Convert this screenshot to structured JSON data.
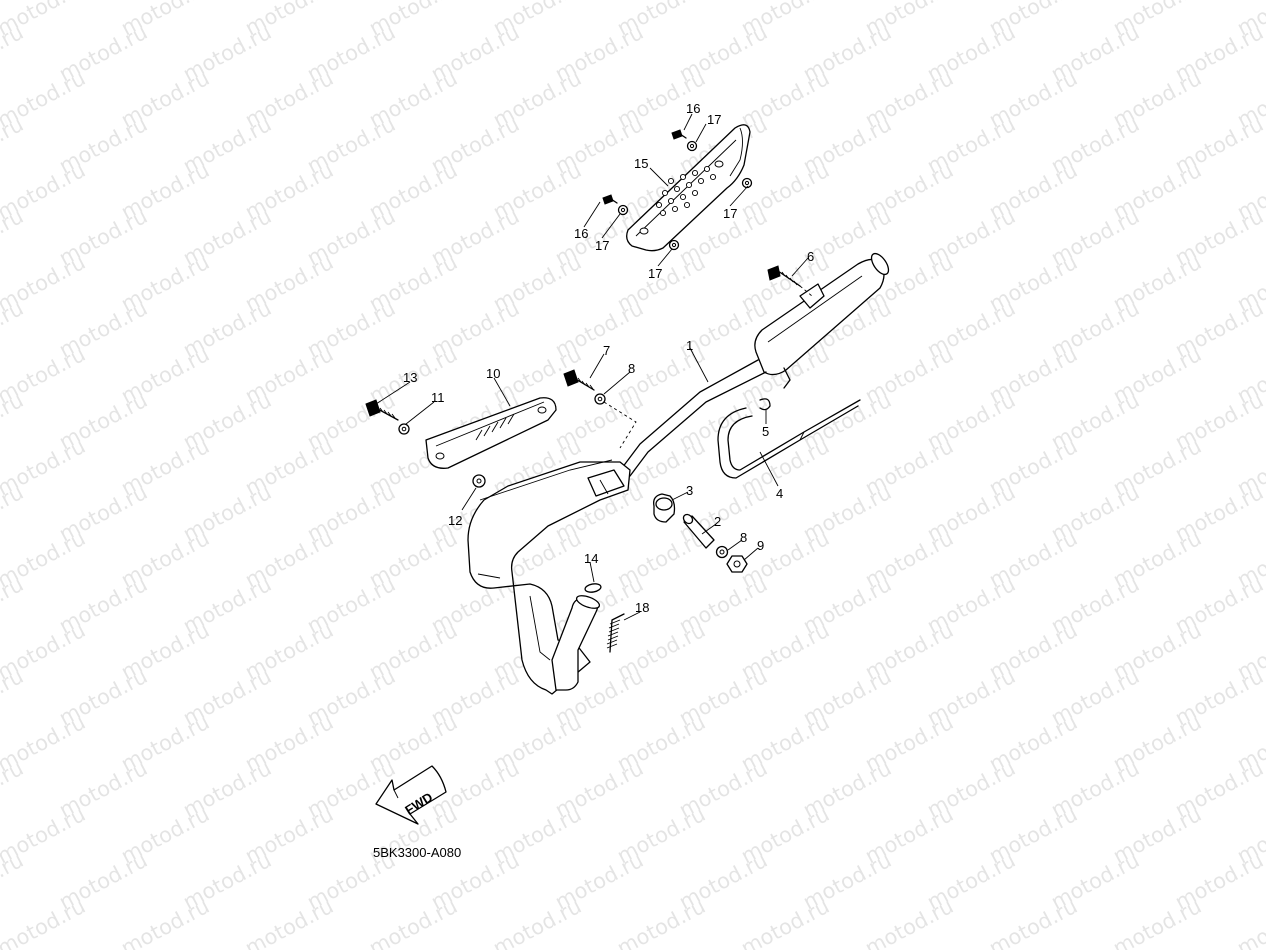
{
  "diagram": {
    "drawing_code": "5BK3300-A080",
    "fwd_label": "FWD",
    "watermark_text": "motod.ru",
    "callouts": {
      "c1": "1",
      "c2": "2",
      "c3": "3",
      "c4": "4",
      "c5": "5",
      "c6": "6",
      "c7": "7",
      "c8a": "8",
      "c8b": "8",
      "c9": "9",
      "c10": "10",
      "c11": "11",
      "c12": "12",
      "c13": "13",
      "c14": "14",
      "c15": "15",
      "c16a": "16",
      "c16b": "16",
      "c17a": "17",
      "c17b": "17",
      "c17c": "17",
      "c17d": "17",
      "c18": "18"
    },
    "parts": [
      {
        "number": "1",
        "name": "muffler-assembly"
      },
      {
        "number": "2",
        "name": "collar"
      },
      {
        "number": "3",
        "name": "damper"
      },
      {
        "number": "4",
        "name": "pipe"
      },
      {
        "number": "5",
        "name": "clip"
      },
      {
        "number": "6",
        "name": "bolt"
      },
      {
        "number": "7",
        "name": "bolt"
      },
      {
        "number": "8",
        "name": "washer"
      },
      {
        "number": "9",
        "name": "nut"
      },
      {
        "number": "10",
        "name": "protector"
      },
      {
        "number": "11",
        "name": "washer"
      },
      {
        "number": "12",
        "name": "washer"
      },
      {
        "number": "13",
        "name": "bolt"
      },
      {
        "number": "14",
        "name": "gasket"
      },
      {
        "number": "15",
        "name": "protector"
      },
      {
        "number": "16",
        "name": "bolt"
      },
      {
        "number": "17",
        "name": "washer"
      },
      {
        "number": "18",
        "name": "spring"
      }
    ]
  }
}
